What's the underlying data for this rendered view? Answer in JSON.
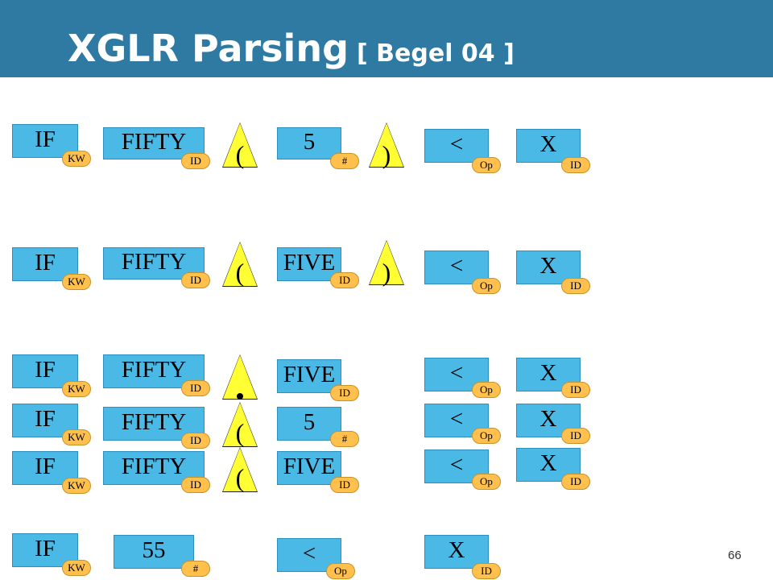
{
  "title": "XGLR Parsing",
  "subtitle": "[ Begel 04 ]",
  "page_number": "66",
  "colors": {
    "header": "#2f7aa3",
    "token": "#4bb9e6",
    "tag": "#ffc04d",
    "ambiguity": "#ffff33"
  },
  "rows": [
    {
      "tokens": [
        {
          "text": "IF",
          "tag": "KW"
        },
        {
          "text": "FIFTY",
          "tag": "ID"
        },
        {
          "text": "5",
          "tag": "#"
        },
        {
          "text": "<",
          "tag": "Op"
        },
        {
          "text": "X",
          "tag": "ID"
        }
      ],
      "ambiguities": [
        "(",
        ")"
      ]
    },
    {
      "tokens": [
        {
          "text": "IF",
          "tag": "KW"
        },
        {
          "text": "FIFTY",
          "tag": "ID"
        },
        {
          "text": "FIVE",
          "tag": "ID"
        },
        {
          "text": "<",
          "tag": "Op"
        },
        {
          "text": "X",
          "tag": "ID"
        }
      ],
      "ambiguities": [
        "(",
        ")"
      ]
    },
    {
      "tokens": [
        {
          "text": "IF",
          "tag": "KW"
        },
        {
          "text": "FIFTY",
          "tag": "ID"
        },
        {
          "text": "FIVE",
          "tag": "ID"
        },
        {
          "text": "<",
          "tag": "Op"
        },
        {
          "text": "X",
          "tag": "ID"
        }
      ],
      "ambiguities": [
        "."
      ]
    },
    {
      "tokens": [
        {
          "text": "IF",
          "tag": "KW"
        },
        {
          "text": "FIFTY",
          "tag": "ID"
        },
        {
          "text": "5",
          "tag": "#"
        },
        {
          "text": "<",
          "tag": "Op"
        },
        {
          "text": "X",
          "tag": "ID"
        }
      ],
      "ambiguities": [
        "("
      ]
    },
    {
      "tokens": [
        {
          "text": "IF",
          "tag": "KW"
        },
        {
          "text": "FIFTY",
          "tag": "ID"
        },
        {
          "text": "FIVE",
          "tag": "ID"
        },
        {
          "text": "<",
          "tag": "Op"
        },
        {
          "text": "X",
          "tag": "ID"
        }
      ],
      "ambiguities": [
        "("
      ]
    },
    {
      "tokens": [
        {
          "text": "IF",
          "tag": "KW"
        },
        {
          "text": "55",
          "tag": "#"
        },
        {
          "text": "<",
          "tag": "Op"
        },
        {
          "text": "X",
          "tag": "ID"
        }
      ],
      "ambiguities": []
    }
  ]
}
